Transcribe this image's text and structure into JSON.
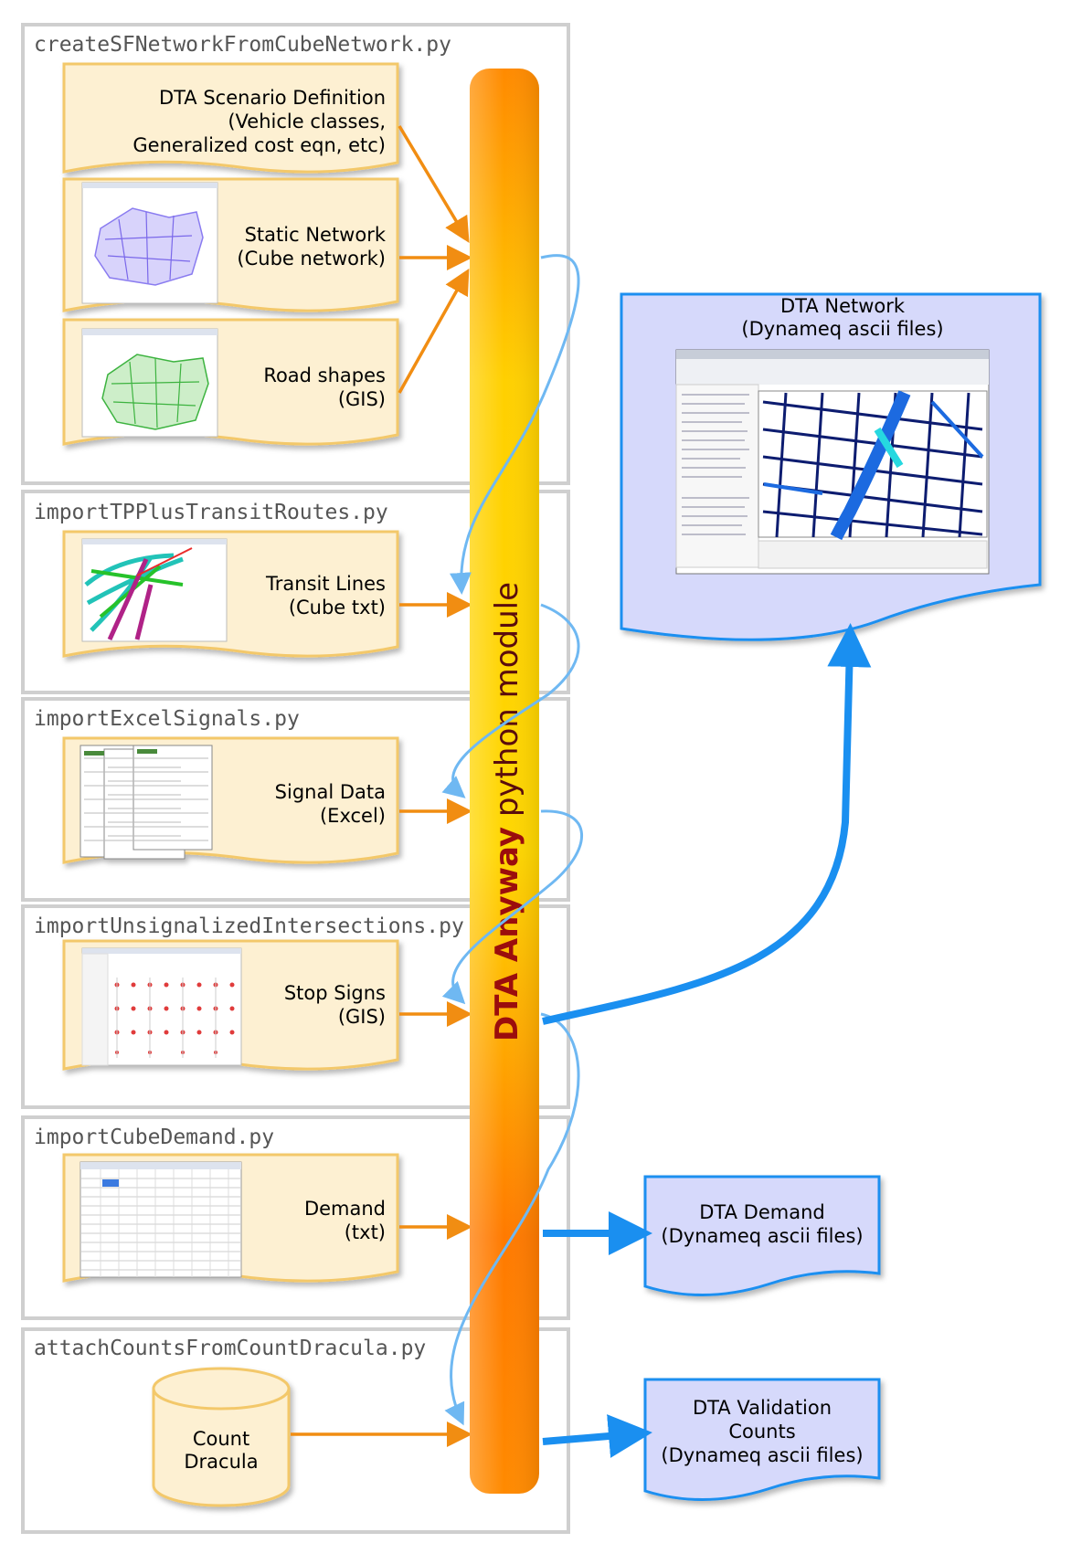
{
  "scripts": [
    {
      "name": "createSFNetworkFromCubeNetwork.py",
      "inputs": [
        {
          "lines": [
            "DTA Scenario Definition",
            "(Vehicle classes,",
            "Generalized cost eqn, etc)"
          ],
          "thumb": "none"
        },
        {
          "lines": [
            "Static Network",
            "(Cube network)"
          ],
          "thumb": "map-purple"
        },
        {
          "lines": [
            "Road shapes",
            "(GIS)"
          ],
          "thumb": "map-green"
        }
      ]
    },
    {
      "name": "importTPPlusTransitRoutes.py",
      "inputs": [
        {
          "lines": [
            "Transit Lines",
            "(Cube txt)"
          ],
          "thumb": "transit"
        }
      ]
    },
    {
      "name": "importExcelSignals.py",
      "inputs": [
        {
          "lines": [
            "Signal Data",
            "(Excel)"
          ],
          "thumb": "excel"
        }
      ]
    },
    {
      "name": "importUnsignalizedIntersections.py",
      "inputs": [
        {
          "lines": [
            "Stop Signs",
            "(GIS)"
          ],
          "thumb": "stops"
        }
      ]
    },
    {
      "name": "importCubeDemand.py",
      "inputs": [
        {
          "lines": [
            "Demand",
            "(txt)"
          ],
          "thumb": "table"
        }
      ]
    },
    {
      "name": "attachCountsFromCountDracula.py",
      "inputs": [
        {
          "lines": [
            "Count",
            "Dracula"
          ],
          "thumb": "database"
        }
      ]
    }
  ],
  "module": {
    "bold": "DTA Anyway",
    "rest": " python module"
  },
  "outputs": [
    {
      "lines": [
        "DTA Network",
        "(Dynameq ascii files)"
      ],
      "thumb": "dynameq-screenshot"
    },
    {
      "lines": [
        "DTA Demand",
        "(Dynameq ascii files)"
      ]
    },
    {
      "lines": [
        "DTA Validation",
        "Counts",
        "(Dynameq ascii files)"
      ]
    }
  ],
  "colors": {
    "panel_border": "#cccccc",
    "input_fill": "#fdf0d2",
    "input_border": "#f3c86a",
    "input_arrow": "#f18d12",
    "bar_top": "#ff8a00",
    "bar_mid": "#ffd600",
    "bar_bottom": "#ff6a00",
    "module_bold": "#9b0d0d",
    "module_text": "#5a0d0d",
    "output_fill": "#d6d9fb",
    "output_border": "#1a8ff0",
    "output_arrow": "#1a8ff0",
    "flow_curve": "#6fb8f2"
  }
}
